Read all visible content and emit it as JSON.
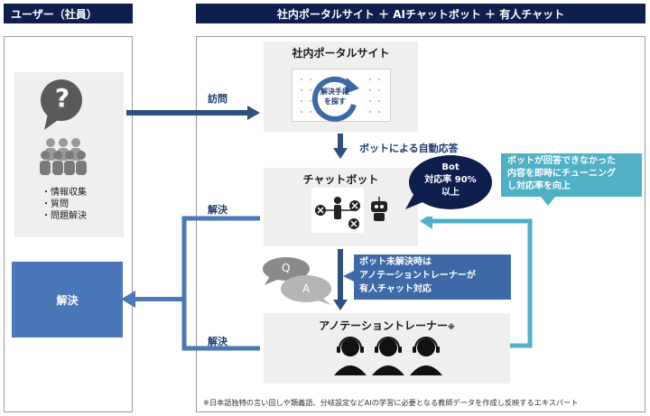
{
  "headers": {
    "user": "ユーザー（社員）",
    "system": "社内ポータルサイト ＋ AIチャットボット ＋ 有人チャット"
  },
  "user_panel": {
    "question_mark": "?",
    "tasks": [
      "・情報収集",
      "・質問",
      "・問題解決"
    ]
  },
  "resolve_box": "解決",
  "portal": {
    "title": "社内ポータルサイト",
    "center_text": [
      "解決手段",
      "を探す"
    ]
  },
  "labels": {
    "visit": "訪問",
    "bot_auto": "ボットによる自動応答",
    "resolved_1": "解決",
    "resolved_2": "解決"
  },
  "chatbot": {
    "title": "チャットボット"
  },
  "bot_rate_bubble": [
    "Bot",
    "対応率 90%",
    "以上"
  ],
  "feedback_callout": [
    "ボットが回答できなかった",
    "内容を即時にチューニング",
    "し対応率を向上"
  ],
  "unresolved_callout": [
    "ボット未解決時は",
    "アノテーショントレーナーが",
    "有人チャット対応"
  ],
  "qa": {
    "q": "Q",
    "a": "A"
  },
  "trainer": {
    "title": "アノテーショントレーナー",
    "mark": "※"
  },
  "footnote": "※日本語独特の言い回しや類義語、分岐設定などAIの学習に必要となる教師データを作成し反映するエキスパート",
  "colors": {
    "navy": "#0f1f4d",
    "arrow_blue": "#2e4f80",
    "teal": "#4fb0c6",
    "resolve_blue": "#4a77b8",
    "callout_blue": "#3d6aa6"
  }
}
